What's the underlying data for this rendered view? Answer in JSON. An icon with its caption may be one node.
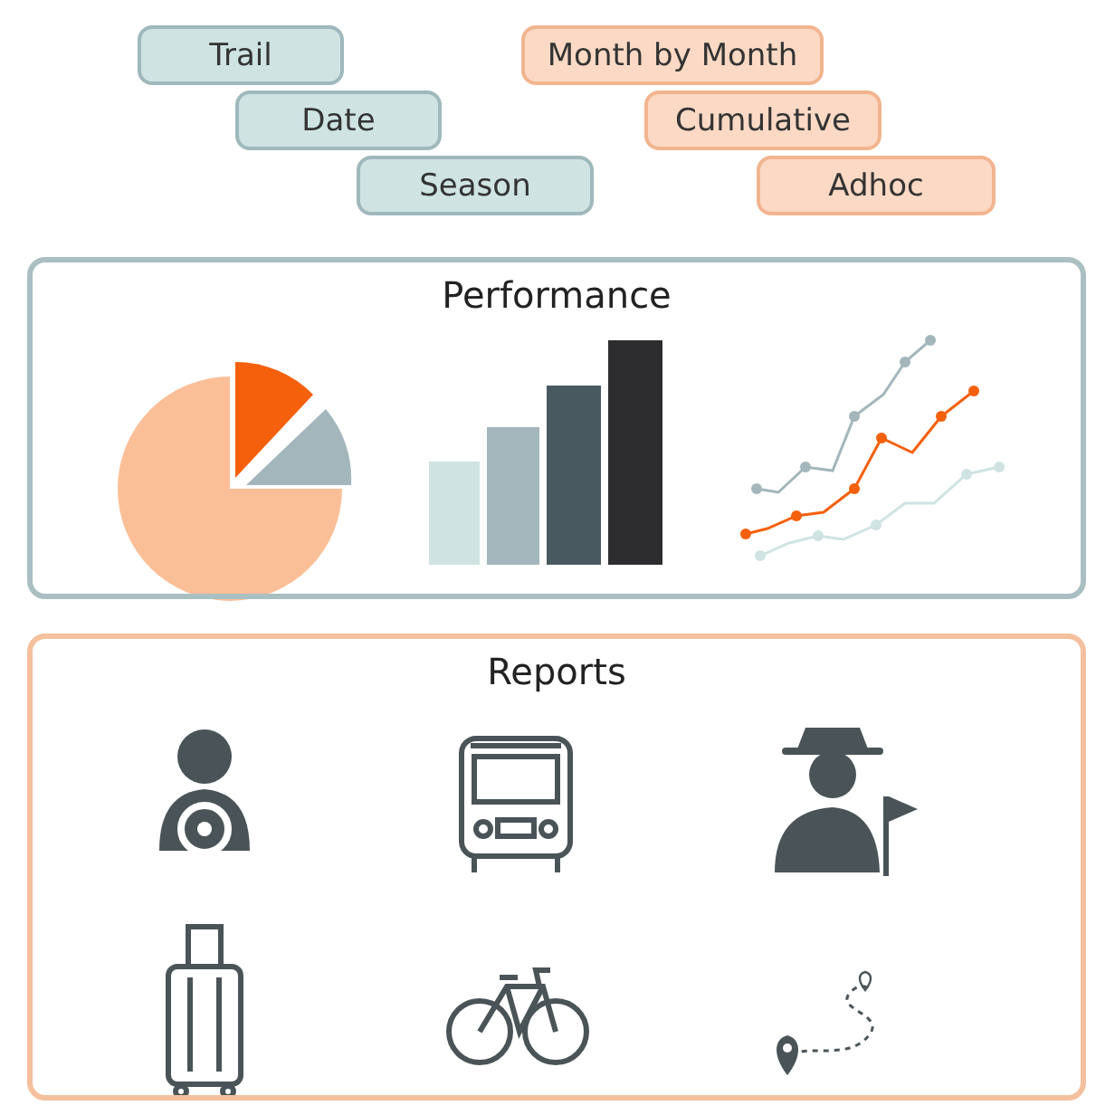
{
  "diagram": {
    "nodes": [
      {
        "text": [
          "Trail"
        ]
      },
      {
        "text": [
          "Date"
        ]
      },
      {
        "text": [
          "Season"
        ]
      },
      {
        "text": [
          "Month by Month"
        ]
      },
      {
        "text": [
          "Cumulative"
        ]
      },
      {
        "text": [
          "Adhoc"
        ]
      },
      {
        "text": [
          "Performance"
        ]
      },
      {
        "text": [
          "Reports"
        ]
      }
    ],
    "edges": []
  }
}
